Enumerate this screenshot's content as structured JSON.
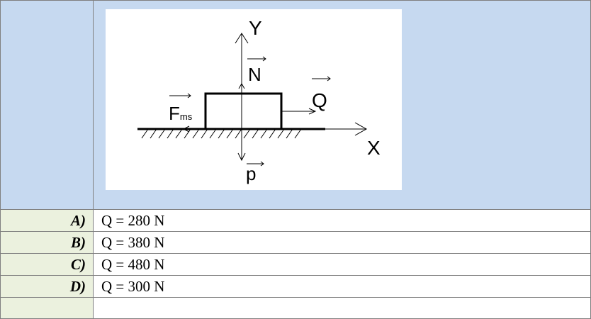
{
  "figure": {
    "axis_y_label": "Y",
    "axis_x_label": "X",
    "force_normal_label": "N",
    "force_pull_label": "Q",
    "force_friction_label": "F",
    "force_friction_subscript": "ms",
    "force_weight_label": "p"
  },
  "options": [
    {
      "label": "A)",
      "text": "Q = 280 N"
    },
    {
      "label": "B)",
      "text": "Q = 380 N"
    },
    {
      "label": "C)",
      "text": "Q = 480 N"
    },
    {
      "label": "D)",
      "text": "Q = 300 N"
    }
  ]
}
